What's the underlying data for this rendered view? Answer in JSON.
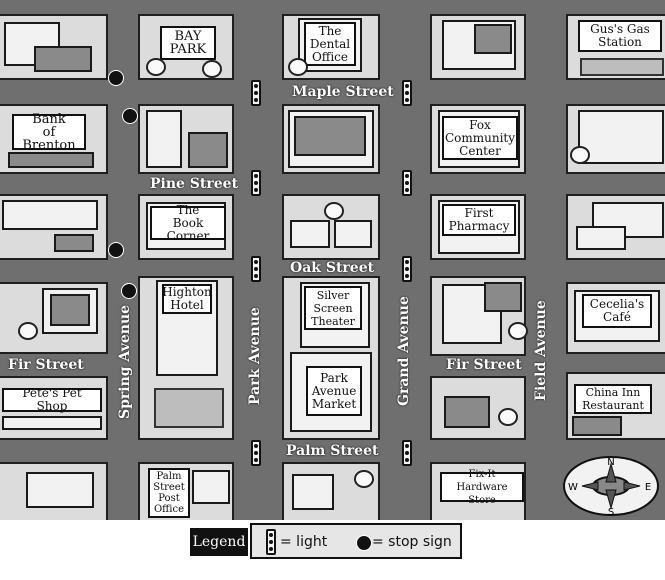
{
  "places": {
    "bay_park": "BAY\nPARK",
    "dental_office": "The\nDental\nOffice",
    "gus_gas": "Gus's Gas\nStation",
    "bank": "Bank\nof Brenton",
    "fox_community": "Fox\nCommunity\nCenter",
    "book_corner": "The\nBook Corner",
    "first_pharmacy": "First\nPharmacy",
    "highton_hotel": "Highton\nHotel",
    "silver_screen": "Silver\nScreen\nTheater",
    "park_avenue_market": "Park\nAvenue\nMarket",
    "cecelias_cafe": "Cecelia's\nCafé",
    "petes_pet_shop": "Pete's Pet Shop",
    "china_inn": "China Inn\nRestaurant",
    "palm_street_post_office": "Palm\nStreet\nPost\nOffice",
    "fix_it": "Fix-It\nHardware Store"
  },
  "streets": {
    "maple": "Maple Street",
    "pine": "Pine Street",
    "oak": "Oak Street",
    "fir_left": "Fir Street",
    "fir_right": "Fir Street",
    "palm": "Palm Street",
    "spring": "Spring Avenue",
    "park": "Park Avenue",
    "grand": "Grand Avenue",
    "field": "Field Avenue"
  },
  "compass": {
    "n": "N",
    "s": "S",
    "e": "E",
    "w": "W"
  },
  "legend": {
    "title": "Legend",
    "light_label": "= light",
    "stop_label": "= stop sign"
  }
}
